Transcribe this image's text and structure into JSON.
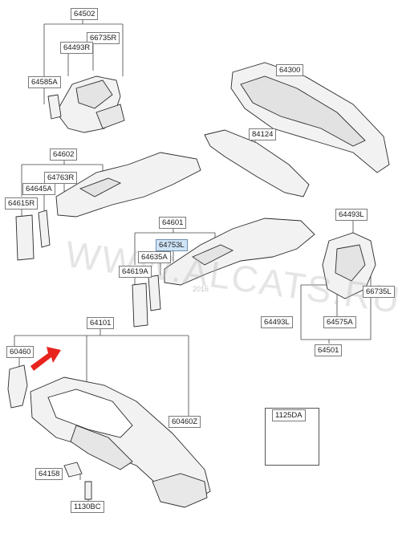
{
  "labels": {
    "p64502": "64502",
    "p66735R": "66735R",
    "p64493R": "64493R",
    "p64585A": "64585A",
    "p64300": "64300",
    "p84124": "84124",
    "p64602": "64602",
    "p64763R": "64763R",
    "p64645A": "64645A",
    "p64615R": "64615R",
    "p64601": "64601",
    "p64753L": "64753L",
    "p64635A": "64635A",
    "p64619A": "64619A",
    "p64493L_top": "64493L",
    "p66735L": "66735L",
    "p64493L_bot": "64493L",
    "p64575A": "64575A",
    "p64501": "64501",
    "p64101": "64101",
    "p60460": "60460",
    "p60460Z": "60460Z",
    "p1125DA": "1125DA",
    "p64158": "64158",
    "p1130BC": "1130BC"
  },
  "watermark": {
    "text": "WWW.ALCATS.RU",
    "year": "2016"
  },
  "colors": {
    "line": "#444444",
    "part_fill": "#f2f2f2",
    "part_stroke": "#2b2b2b",
    "highlight_label": "#cfe4f7",
    "arrow": "#e8231e"
  }
}
